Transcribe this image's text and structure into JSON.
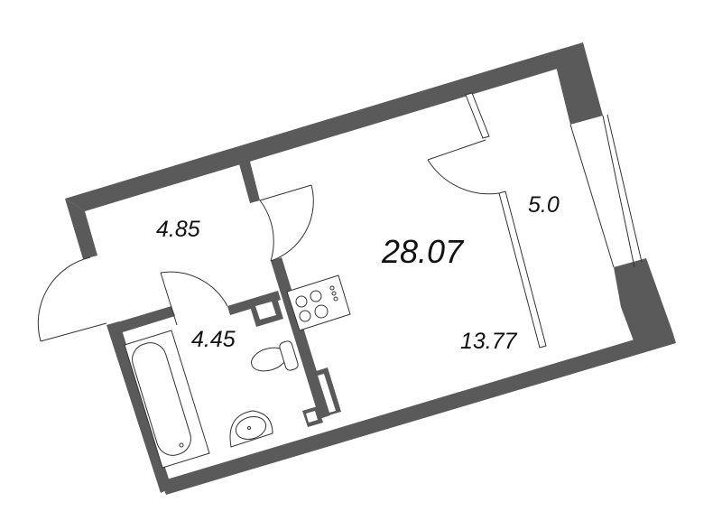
{
  "plan": {
    "type": "apartment floor plan",
    "total_area": "28.07",
    "rooms": [
      {
        "id": "hallway",
        "area": "4.85"
      },
      {
        "id": "bathroom",
        "area": "4.45"
      },
      {
        "id": "living-room",
        "area": "13.77"
      },
      {
        "id": "loggia",
        "area": "5.0"
      }
    ],
    "colors": {
      "wall": "#5a5a5a",
      "line": "#333333",
      "background": "#ffffff"
    }
  }
}
